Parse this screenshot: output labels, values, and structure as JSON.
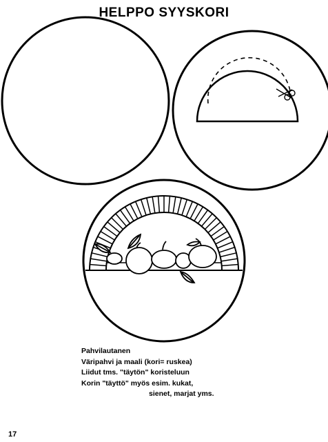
{
  "page": {
    "title": "HELPPO SYYSKORI",
    "page_number": "17"
  },
  "instructions": {
    "line1": "Pahvilautanen",
    "line2": "Väripahvi ja maali (kori= ruskea)",
    "line3": "Liidut tms. \"täytön\" koristeluun",
    "line4": "Korin \"täyttö\" myös esim. kukat,",
    "line5": "sienet, marjat yms."
  },
  "colors": {
    "ink": "#000000",
    "paper": "#ffffff"
  }
}
